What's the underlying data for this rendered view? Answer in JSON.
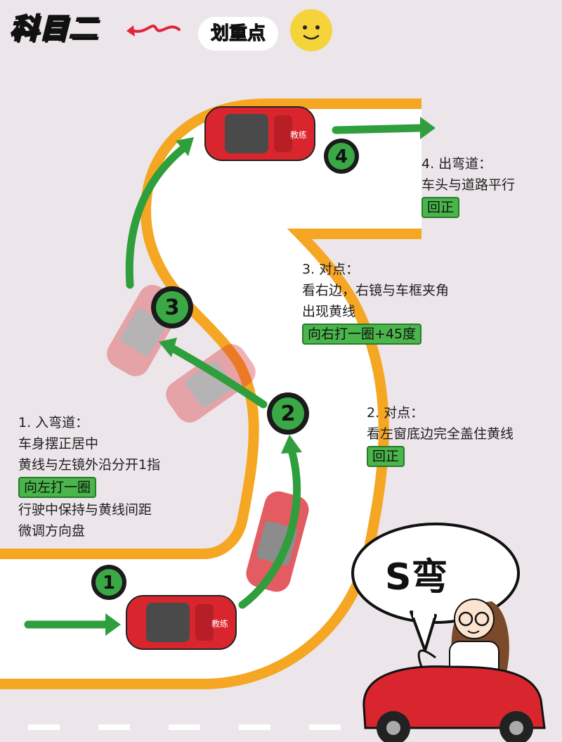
{
  "header": {
    "title": "科目二",
    "badge": "划重点"
  },
  "steps": {
    "step1": {
      "heading": "1. 入弯道：",
      "lines": [
        "车身摆正居中",
        "黄线与左镜外沿分开1指"
      ],
      "highlight": "向左打一圈",
      "extra": [
        "行驶中保持与黄线间距",
        "微调方向盘"
      ]
    },
    "step2": {
      "heading": "2. 对点：",
      "lines": [
        "看左窗底边完全盖住黄线"
      ],
      "highlight": "回正"
    },
    "step3": {
      "heading": "3. 对点：",
      "lines": [
        "看右边，右镜与车框夹角",
        "出现黄线"
      ],
      "highlight": "向右打一圈+45度"
    },
    "step4": {
      "heading": "4. 出弯道：",
      "lines": [
        "车头与道路平行"
      ],
      "highlight": "回正"
    }
  },
  "markers": [
    "1",
    "2",
    "3",
    "4"
  ],
  "car_label": "教练",
  "bubble": {
    "text": "S弯"
  },
  "colors": {
    "background": "#ece6ea",
    "road_edge": "#f5a623",
    "road": "#ffffff",
    "arrow": "#2f9e3c",
    "highlight": "#49b54b",
    "car": "#d9262e"
  }
}
